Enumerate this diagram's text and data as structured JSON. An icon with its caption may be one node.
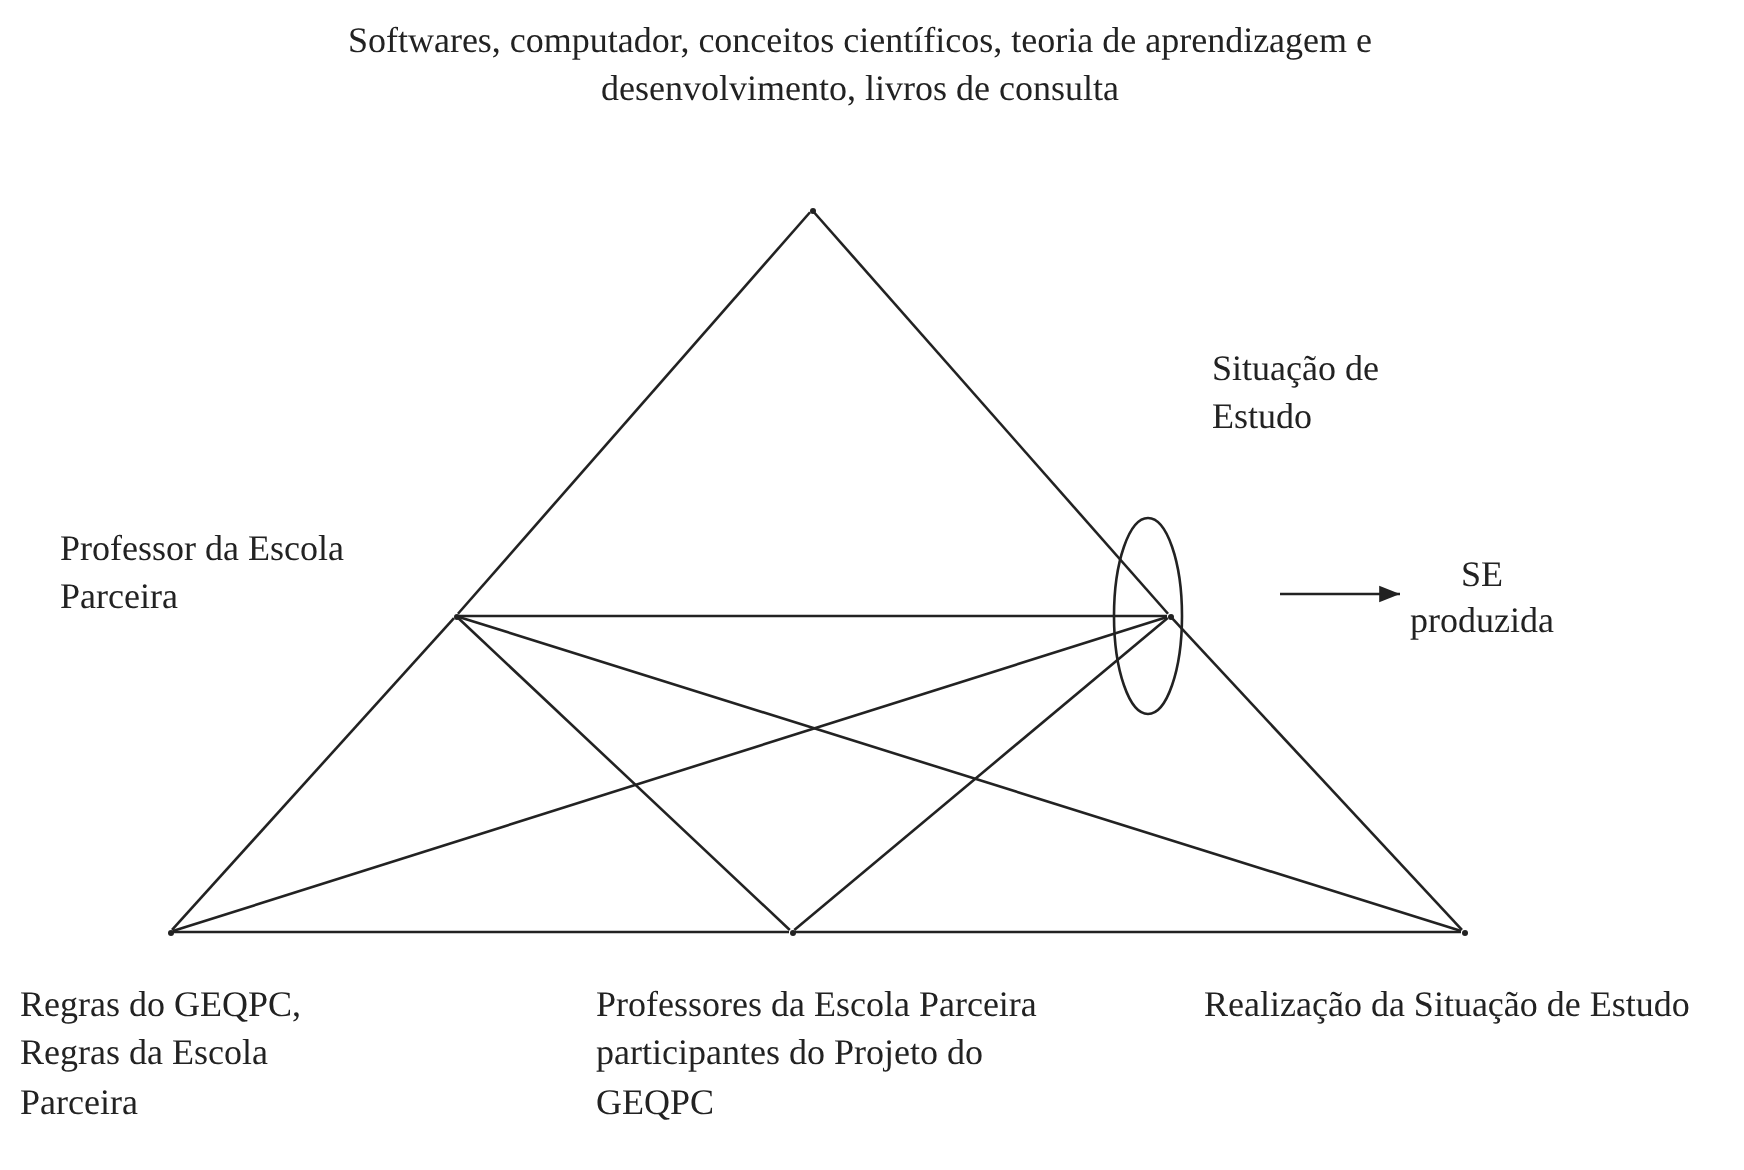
{
  "diagram": {
    "nodes": [
      {
        "text": [],
        "shape": "point",
        "beside": [
          "Softwares, computador, conceitos científicos, teoria de aprendizagem e desenvolvimento, livros de consulta"
        ]
      },
      {
        "text": [],
        "shape": "point",
        "beside": [
          "Professor da Escola Parceira"
        ]
      },
      {
        "text": [],
        "shape": "ellipse",
        "beside": [
          "Situação de Estudo"
        ]
      },
      {
        "text": [],
        "shape": "point",
        "in": 2
      },
      {
        "text": [
          "SE produzida"
        ]
      },
      {
        "text": [],
        "shape": "point",
        "beside": [
          "Regras do GEQPC, Regras da Escola Parceira"
        ]
      },
      {
        "text": [],
        "shape": "point",
        "beside": [
          "Professores da Escola Parceira participantes do Projeto do GEQPC"
        ]
      },
      {
        "text": [],
        "shape": "point",
        "beside": [
          "Realização da Situação de Estudo"
        ]
      }
    ],
    "edges": [
      {
        "from": 0,
        "to": 1,
        "arrow": "none"
      },
      {
        "from": 1,
        "to": 5,
        "arrow": "none"
      },
      {
        "from": 0,
        "to": 3,
        "arrow": "none"
      },
      {
        "from": 3,
        "to": 7,
        "arrow": "none"
      },
      {
        "from": 5,
        "to": 6,
        "arrow": "none"
      },
      {
        "from": 6,
        "to": 7,
        "arrow": "none"
      },
      {
        "from": 1,
        "to": 3,
        "arrow": "none"
      },
      {
        "from": 1,
        "to": 6,
        "arrow": "none"
      },
      {
        "from": 1,
        "to": 7,
        "arrow": "none"
      },
      {
        "from": 3,
        "to": 6,
        "arrow": "none"
      },
      {
        "from": 3,
        "to": 5,
        "arrow": "none"
      },
      {
        "from": null,
        "to": 4,
        "arrow": "to"
      }
    ]
  }
}
